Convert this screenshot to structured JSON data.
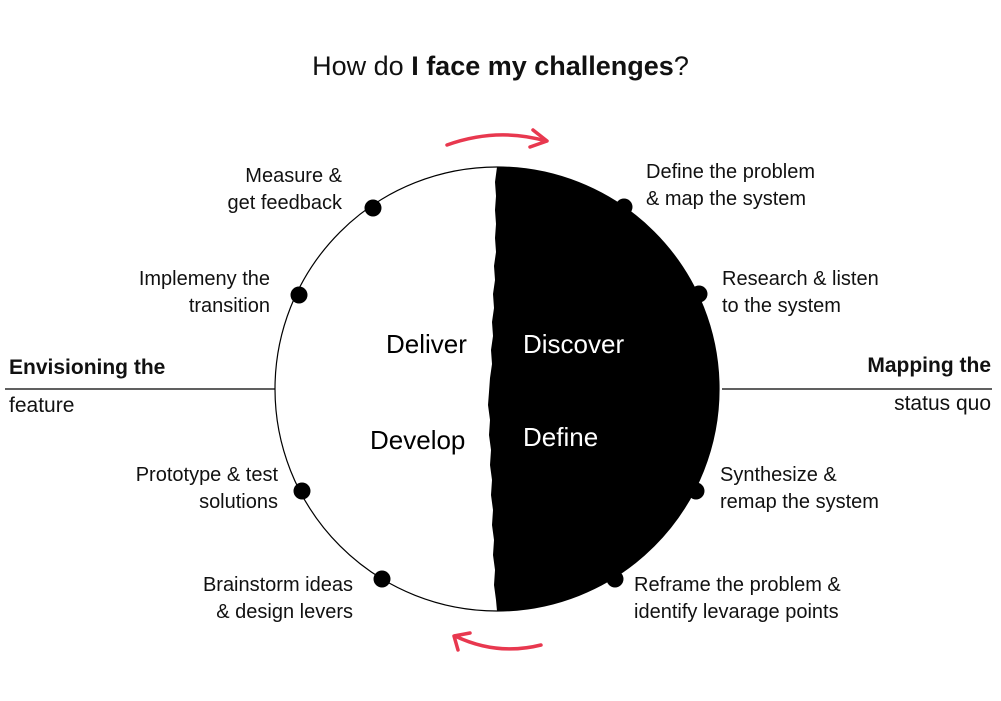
{
  "title": {
    "prefix": "How do ",
    "bold": "I face my challenges",
    "suffix": "?"
  },
  "phases": {
    "deliver": "Deliver",
    "develop": "Develop",
    "discover": "Discover",
    "define": "Define"
  },
  "left_axis": {
    "heading": "Envisioning the",
    "sub": "feature"
  },
  "right_axis": {
    "heading": "Mapping the",
    "sub": "status quo"
  },
  "steps_left": [
    {
      "line1": "Measure &",
      "line2": "get feedback"
    },
    {
      "line1": "Implemeny the",
      "line2": "transition"
    },
    {
      "line1": "Prototype & test",
      "line2": "solutions"
    },
    {
      "line1": "Brainstorm ideas",
      "line2": "& design levers"
    }
  ],
  "steps_right": [
    {
      "line1": "Define the problem",
      "line2": "& map the system"
    },
    {
      "line1": "Research & listen",
      "line2": "to the system"
    },
    {
      "line1": "Synthesize &",
      "line2": "remap the system"
    },
    {
      "line1": "Reframe the problem &",
      "line2": "identify levarage points"
    }
  ],
  "colors": {
    "arrow": "#e8384f",
    "ink": "#000000"
  }
}
